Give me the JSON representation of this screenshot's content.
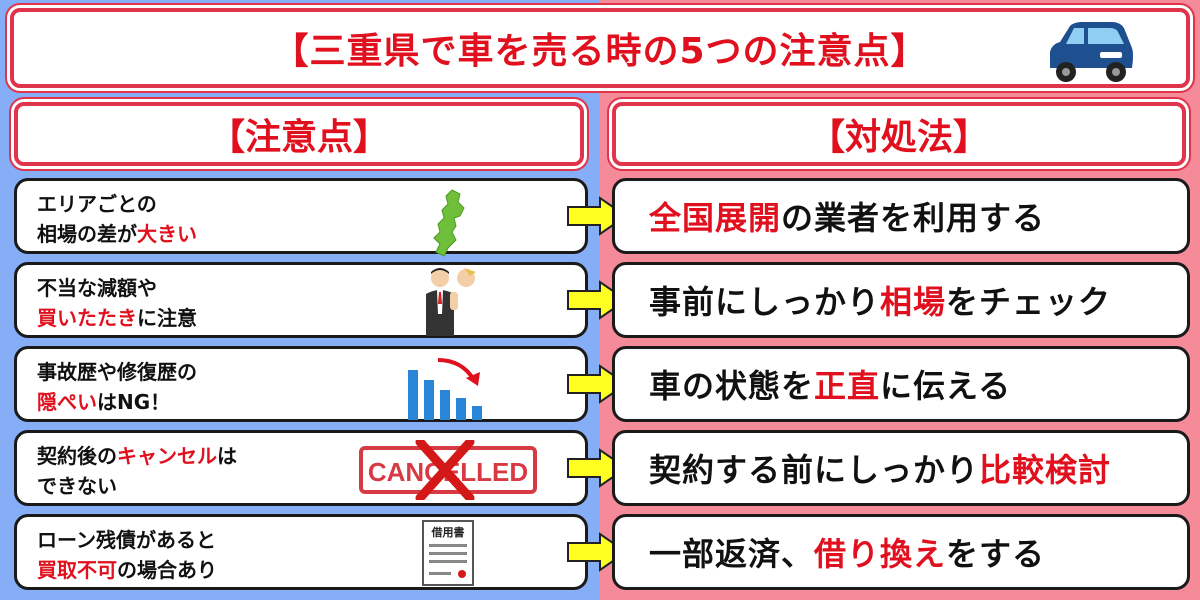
{
  "title": "【三重県で車を売る時の5つの注意点】",
  "headers": {
    "left": "【注意点】",
    "right": "【対処法】"
  },
  "rows": [
    {
      "left": {
        "line1": [
          "エリアごとの"
        ],
        "line2a": "相場の差が",
        "line2b": "大きい",
        "line2c": ""
      },
      "right": {
        "a": "",
        "b": "全国展開",
        "c": "の業者を利用する",
        "d": ""
      },
      "illustration": "mie-map-icon"
    },
    {
      "left": {
        "line1": [
          "不当な減額や"
        ],
        "line2a": "",
        "line2b": "買いたたき",
        "line2c": "に注意"
      },
      "right": {
        "a": "事前にしっかり",
        "b": "相場",
        "c": "をチェック",
        "d": ""
      },
      "illustration": "businessman-icon"
    },
    {
      "left": {
        "line1": [
          "事故歴や修復歴の"
        ],
        "line2a": "",
        "line2b": "隠ぺい",
        "line2c": "はNG！"
      },
      "right": {
        "a": "車の状態を",
        "b": "正直",
        "c": "に伝える",
        "d": ""
      },
      "illustration": "declining-chart-icon"
    },
    {
      "left": {
        "line1a": "契約後の",
        "line1b": "キャンセル",
        "line1c": "は",
        "line2a": "できない",
        "line2b": "",
        "line2c": ""
      },
      "right": {
        "a": "契約する前にしっかり",
        "b": "比較検討",
        "c": "",
        "d": ""
      },
      "illustration": "cancelled-stamp-icon",
      "stamp_text": "CANCELLED"
    },
    {
      "left": {
        "line1": [
          "ローン残債があると"
        ],
        "line2a": "",
        "line2b": "買取不可",
        "line2c": "の場合あり"
      },
      "right": {
        "a": "一部返済、",
        "b": "借り換え",
        "c": "をする",
        "d": ""
      },
      "illustration": "loan-document-icon",
      "doc_title": "借用書"
    }
  ],
  "colors": {
    "accent_red": "#e0101e",
    "left_bg": "#86aef7",
    "right_bg": "#f58a98",
    "arrow": "#ffff22"
  }
}
